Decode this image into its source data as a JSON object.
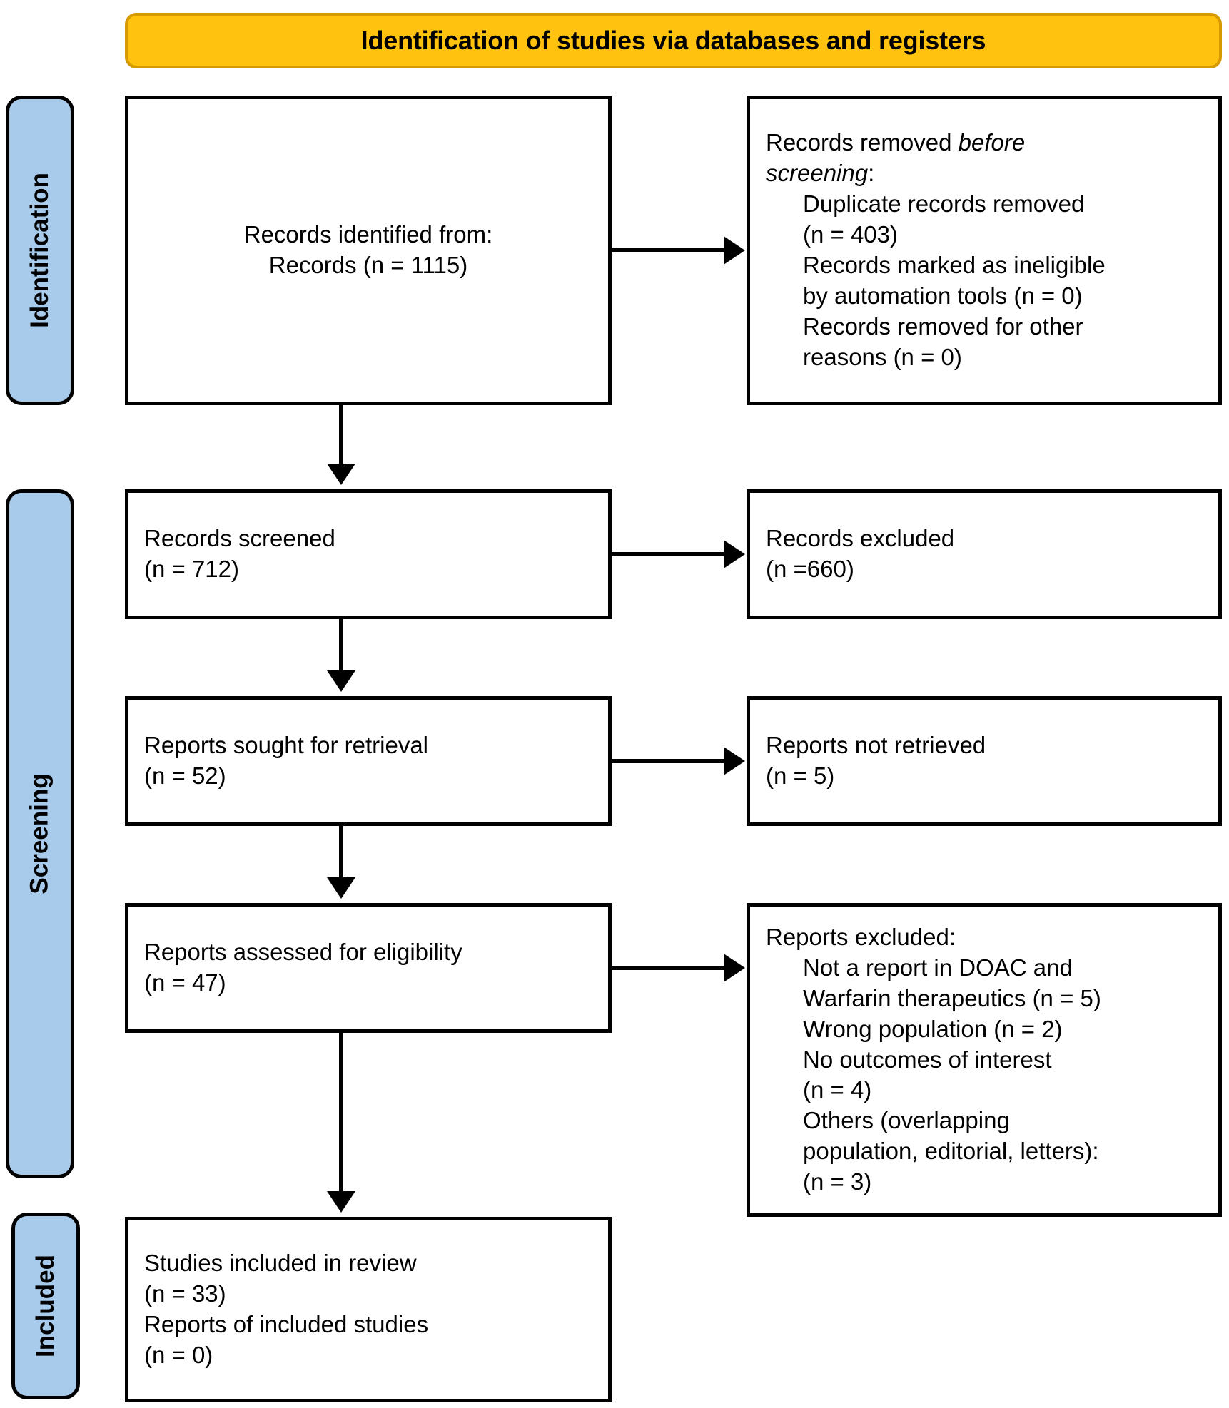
{
  "banner": {
    "title": "Identification of studies via databases and registers",
    "bg_color": "#FFC20E",
    "border_color": "#D69A00"
  },
  "stages": {
    "color": "#A8CBEC",
    "identification": "Identification",
    "screening": "Screening",
    "included": "Included"
  },
  "boxes": {
    "identified": {
      "line1": "Records identified from:",
      "line2": "Records (n = 1115)"
    },
    "removed": {
      "line1_pre": "Records removed ",
      "line1_em": "before",
      "line2_em": "screening",
      "line2_post": ":",
      "line3": "Duplicate records removed",
      "line4": "(n = 403)",
      "line5": "Records marked as ineligible",
      "line6": "by automation tools (n = 0)",
      "line7": "Records removed for other",
      "line8": "reasons (n = 0)"
    },
    "screened": {
      "line1": "Records screened",
      "line2": "(n = 712)"
    },
    "excluded": {
      "line1": "Records excluded",
      "line2": "(n =660)"
    },
    "sought": {
      "line1": "Reports sought for retrieval",
      "line2": "(n = 52)"
    },
    "not_retrieved": {
      "line1": "Reports not retrieved",
      "line2": "(n = 5)"
    },
    "assessed": {
      "line1": "Reports assessed for eligibility",
      "line2": "(n = 47)"
    },
    "reports_excluded": {
      "line1": "Reports excluded:",
      "line2": "Not a report in DOAC and",
      "line3": "Warfarin therapeutics (n = 5)",
      "line4": "Wrong population (n = 2)",
      "line5": "No outcomes of interest",
      "line6": "(n = 4)",
      "line7": "Others (overlapping",
      "line8": "population, editorial, letters):",
      "line9": "(n = 3)"
    },
    "included": {
      "line1": "Studies included in review",
      "line2": "(n = 33)",
      "line3": "Reports of included studies",
      "line4": "(n = 0)"
    }
  },
  "chart_data": {
    "type": "diagram",
    "title": "Identification of studies via databases and registers",
    "flow": [
      {
        "stage": "Identification",
        "node": "Records identified from: Records",
        "n": 1115
      },
      {
        "stage": "Identification",
        "node": "Duplicate records removed",
        "n": 403
      },
      {
        "stage": "Identification",
        "node": "Records marked as ineligible by automation tools",
        "n": 0
      },
      {
        "stage": "Identification",
        "node": "Records removed for other reasons",
        "n": 0
      },
      {
        "stage": "Screening",
        "node": "Records screened",
        "n": 712
      },
      {
        "stage": "Screening",
        "node": "Records excluded",
        "n": 660
      },
      {
        "stage": "Screening",
        "node": "Reports sought for retrieval",
        "n": 52
      },
      {
        "stage": "Screening",
        "node": "Reports not retrieved",
        "n": 5
      },
      {
        "stage": "Screening",
        "node": "Reports assessed for eligibility",
        "n": 47
      },
      {
        "stage": "Screening",
        "node": "Excluded: Not a report in DOAC and Warfarin therapeutics",
        "n": 5
      },
      {
        "stage": "Screening",
        "node": "Excluded: Wrong population",
        "n": 2
      },
      {
        "stage": "Screening",
        "node": "Excluded: No outcomes of interest",
        "n": 4
      },
      {
        "stage": "Screening",
        "node": "Excluded: Others (overlapping population, editorial, letters)",
        "n": 3
      },
      {
        "stage": "Included",
        "node": "Studies included in review",
        "n": 33
      },
      {
        "stage": "Included",
        "node": "Reports of included studies",
        "n": 0
      }
    ]
  }
}
